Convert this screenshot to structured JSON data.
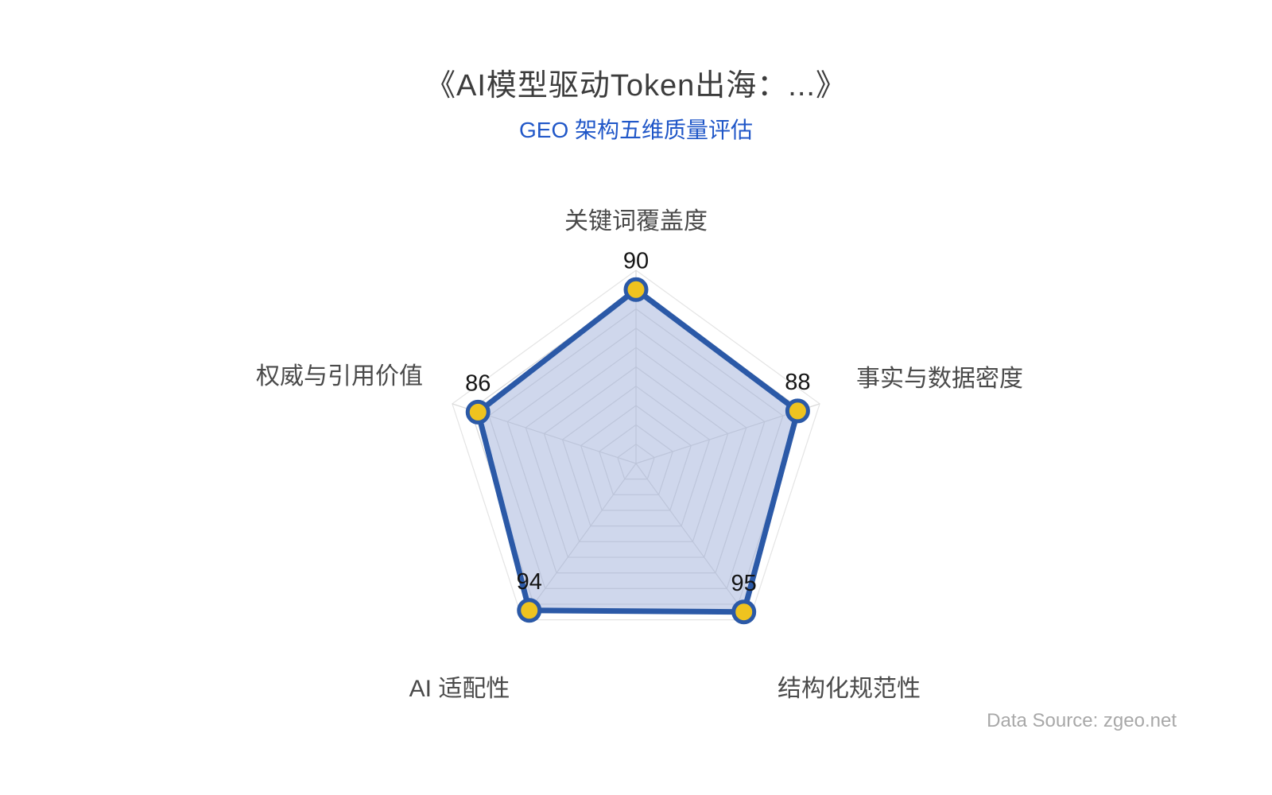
{
  "header": {
    "title": "《AI模型驱动Token出海：...》",
    "subtitle": "GEO 架构五维质量评估"
  },
  "footer": {
    "source": "Data Source: zgeo.net"
  },
  "colors": {
    "title_text": "#3c3c3c",
    "subtitle_text": "#2057c8",
    "axis_label": "#4a4a4a",
    "value_label": "#141414",
    "grid_line": "#d8d8d8",
    "grid_outer": "#e4e4e4",
    "series_line": "#2b59a7",
    "series_fill": "rgba(167,183,220,0.55)",
    "point_fill": "#efc31f",
    "point_border": "#2b59a7",
    "source_text": "#a8a8a8"
  },
  "chart_data": {
    "type": "radar",
    "title": "《AI模型驱动Token出海：...》",
    "subtitle": "GEO 架构五维质量评估",
    "categories": [
      "关键词覆盖度",
      "事实与数据密度",
      "结构化规范性",
      "AI 适配性",
      "权威与引用价值"
    ],
    "series": [
      {
        "name": "GEO 架构五维质量评估",
        "values": [
          90,
          88,
          95,
          94,
          86
        ]
      }
    ],
    "min": 0,
    "max": 100,
    "grid_levels": 10,
    "grid": true,
    "legend_position": "none",
    "source": "Data Source: zgeo.net"
  }
}
